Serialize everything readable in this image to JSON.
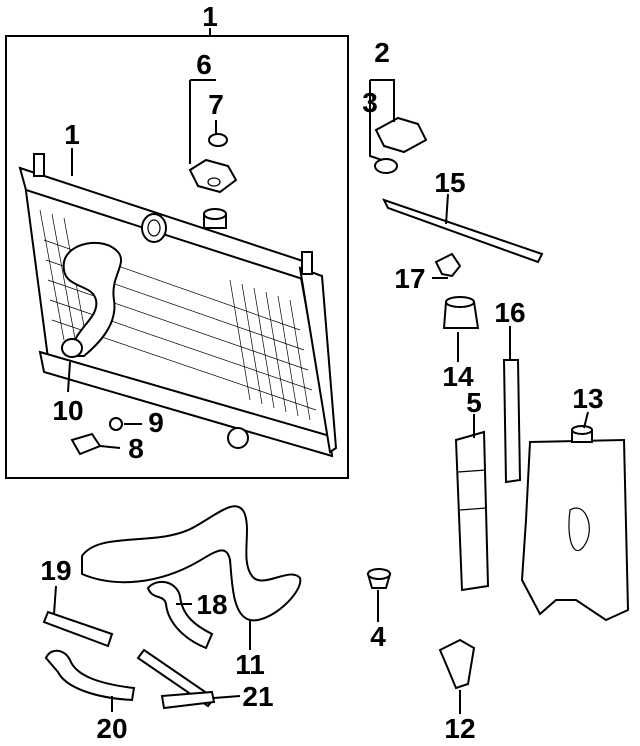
{
  "diagram": {
    "callouts": {
      "radiator_top": "1",
      "radiator_core": "1",
      "reservoir_cap": "2",
      "reservoir_cap_seal": "3",
      "hose_clamp": "4",
      "overflow_hose": "5",
      "radiator_cap": "6",
      "cap_gasket": "7",
      "drain_plug": "8",
      "drain_washer": "9",
      "upper_hose": "10",
      "lower_hose": "11",
      "reservoir_bracket": "12",
      "reservoir_tank": "13",
      "mount_cushion": "14",
      "siphon_tube": "15",
      "reservoir_hose": "16",
      "hose_fitting": "17",
      "bypass_hose_a": "18",
      "bypass_hose_b": "19",
      "bypass_hose_c": "20",
      "bypass_hose_d": "21"
    },
    "colors": {
      "ink": "#000000",
      "paper": "#ffffff"
    }
  }
}
